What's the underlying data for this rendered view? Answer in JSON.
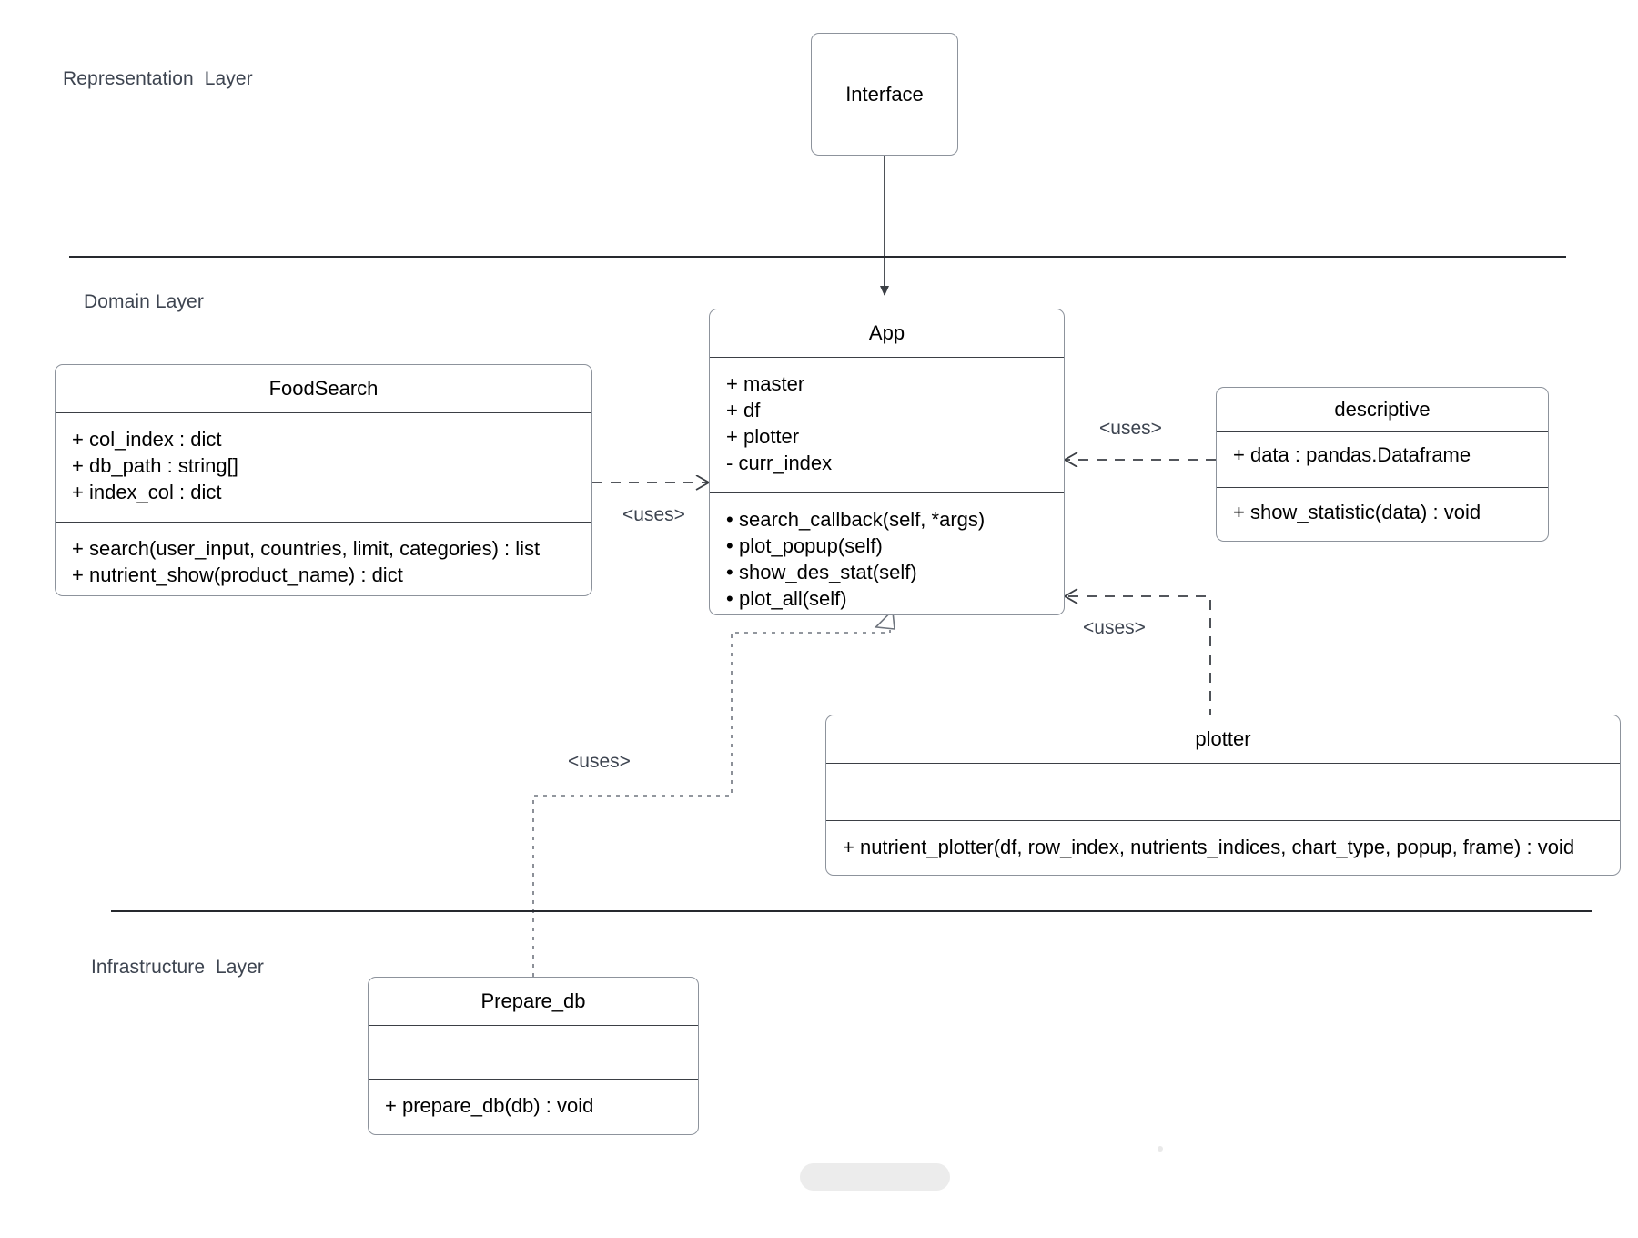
{
  "diagram": {
    "type": "uml-class-diagram",
    "background": "#ffffff",
    "line_color": "#8d939c",
    "text_color": "#000000",
    "label_color": "#3d4450"
  },
  "layers": [
    {
      "id": "representation",
      "label": "Representation  Layer"
    },
    {
      "id": "domain",
      "label": "Domain Layer"
    },
    {
      "id": "infrastructure",
      "label": "Infrastructure  Layer"
    }
  ],
  "classes": {
    "interface": {
      "name": "Interface"
    },
    "food_search": {
      "name": "FoodSearch",
      "attributes": [
        "+ col_index : dict",
        "+ db_path : string[]",
        "+ index_col : dict"
      ],
      "methods": [
        "+ search(user_input, countries, limit, categories) : list",
        "+ nutrient_show(product_name) : dict"
      ]
    },
    "app": {
      "name": "App",
      "attributes": [
        "+ master",
        "+ df",
        "+ plotter",
        "- curr_index"
      ],
      "methods": [
        "search_callback(self, *args)",
        "plot_popup(self)",
        "show_des_stat(self)",
        "plot_all(self)"
      ]
    },
    "descriptive": {
      "name": "descriptive",
      "attributes": [
        "+ data : pandas.Dataframe"
      ],
      "methods": [
        "+ show_statistic(data) : void"
      ]
    },
    "plotter": {
      "name": "plotter",
      "attributes": [],
      "methods": [
        "+ nutrient_plotter(df, row_index, nutrients_indices, chart_type, popup, frame) : void"
      ]
    },
    "prepare_db": {
      "name": "Prepare_db",
      "attributes": [],
      "methods": [
        "+ prepare_db(db) : void"
      ]
    }
  },
  "relationships": [
    {
      "id": "foodsearch-to-app",
      "from": "FoodSearch",
      "to": "App",
      "label": "<uses>",
      "style": "dashed",
      "arrow": "open"
    },
    {
      "id": "descriptive-to-app",
      "from": "descriptive",
      "to": "App",
      "label": "<uses>",
      "style": "dashed",
      "arrow": "open"
    },
    {
      "id": "plotter-to-app",
      "from": "plotter",
      "to": "App",
      "label": "<uses>",
      "style": "dashed",
      "arrow": "open"
    },
    {
      "id": "preparedb-to-app",
      "from": "Prepare_db",
      "to": "App",
      "label": "<uses>",
      "style": "dotted",
      "arrow": "hollow-triangle"
    },
    {
      "id": "interface-to-app",
      "from": "Interface",
      "to": "App",
      "label": "",
      "style": "solid",
      "arrow": "filled"
    }
  ]
}
